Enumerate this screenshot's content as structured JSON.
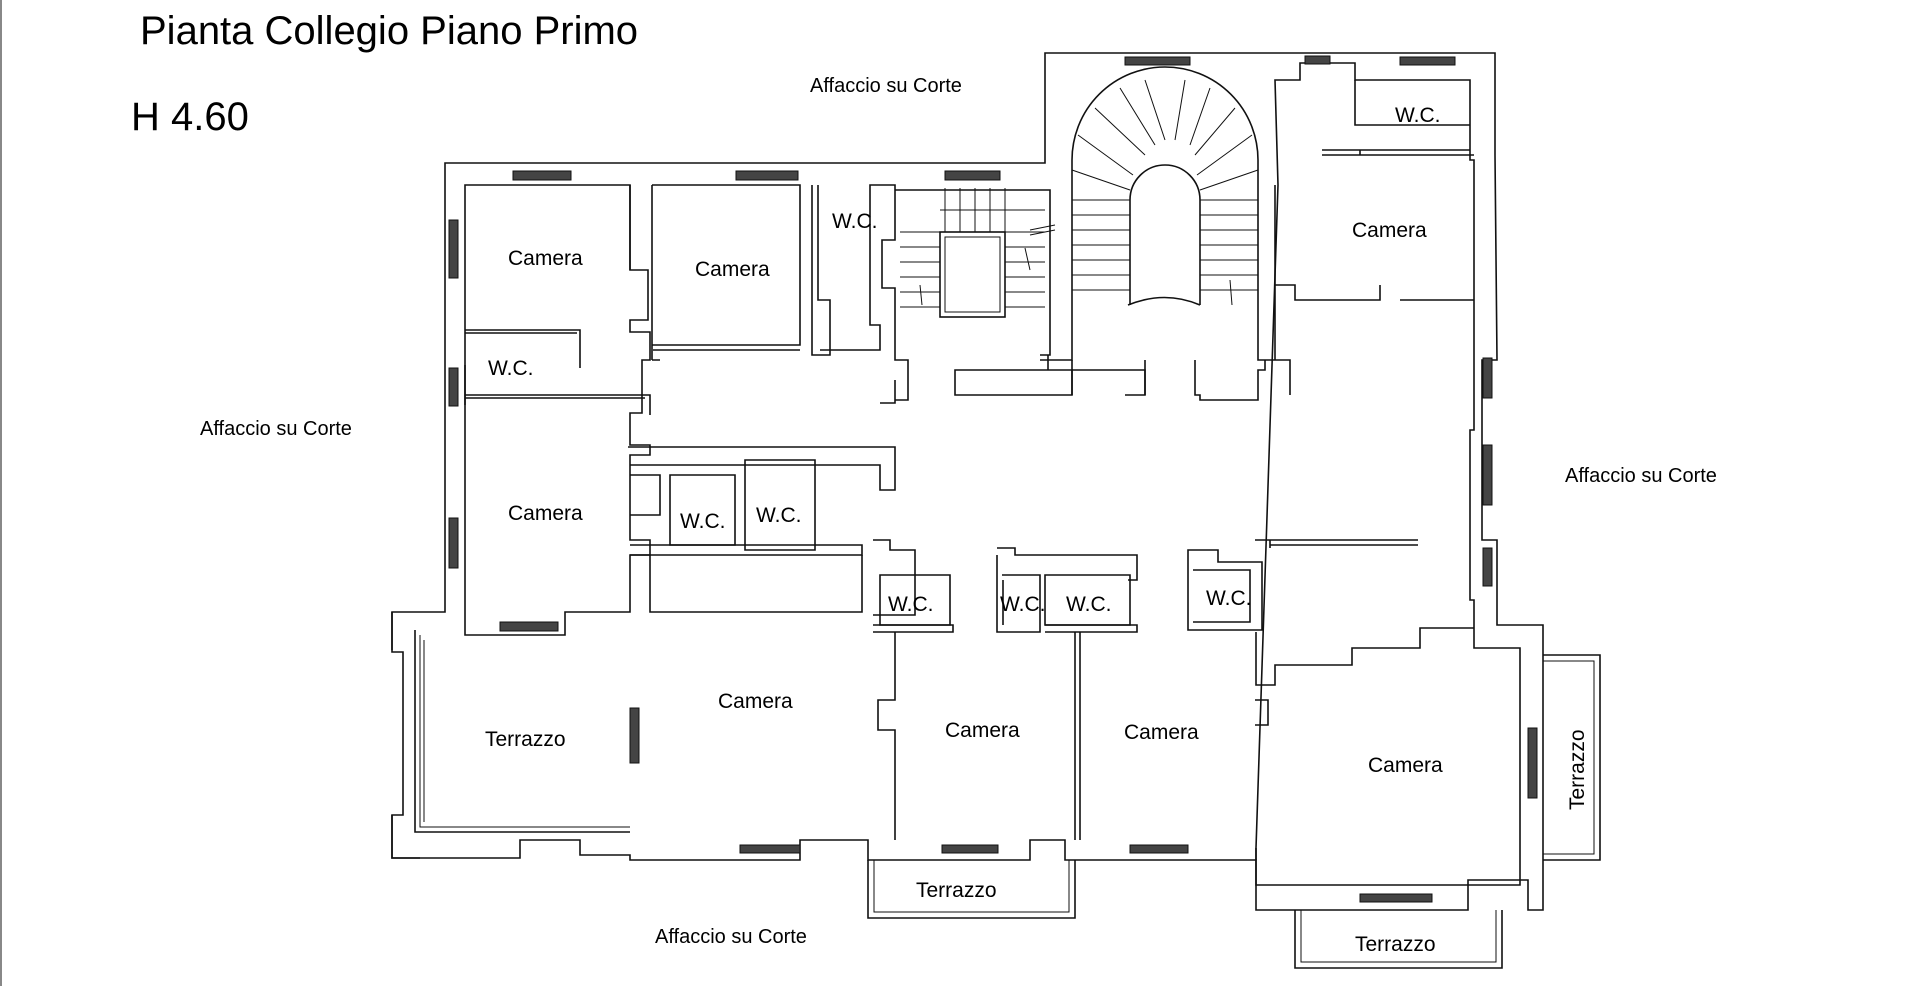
{
  "header": {
    "title": "Pianta Collegio Piano Primo",
    "height_label": "H 4.60"
  },
  "orientation": {
    "north": "Affaccio su Corte",
    "west": "Affaccio su Corte",
    "east": "Affaccio su Corte",
    "south": "Affaccio su Corte"
  },
  "rooms": {
    "camera_label": "Camera",
    "wc_label": "W.C.",
    "terrazzo_label": "Terrazzo"
  },
  "colors": {
    "line": "#111111",
    "window_fill": "#444444",
    "background": "#ffffff"
  }
}
